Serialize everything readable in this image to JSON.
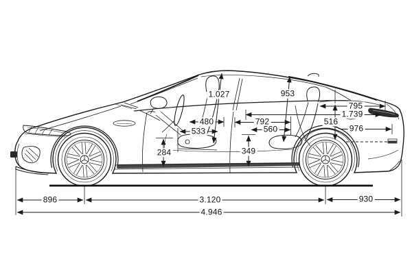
{
  "figure": {
    "type": "vehicle-side-profile-dimension-drawing",
    "subject": "four-door sedan silhouette with interior seats, wheels and dimension callouts"
  },
  "colors": {
    "ink": "#1b1b1b",
    "background": "#ffffff",
    "taillight_fill": "#2e2e2e"
  },
  "dims": {
    "d1027": "1.027",
    "d953": "953",
    "d480": "480",
    "d533": "533",
    "d792": "792",
    "d560": "560",
    "d284": "284",
    "d349": "349",
    "d795": "795",
    "d1739": "1.739",
    "d516": "516",
    "d976": "976",
    "d896": "896",
    "d3120": "3.120",
    "d930": "930",
    "d4946": "4.946"
  }
}
